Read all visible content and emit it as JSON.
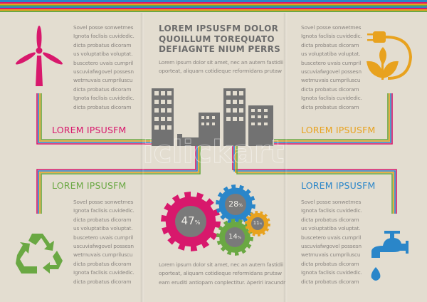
{
  "colors": {
    "magenta": "#d8186c",
    "orange": "#e8a21e",
    "green": "#6aa843",
    "blue": "#2a86c9",
    "gray": "#6f6f6f",
    "bg": "#e3ddd0"
  },
  "title": {
    "lines": [
      "LOREM IPSUSFM DOLOR",
      "QUOILLUM TOREQUATO",
      "DEFIAGNTE NIUM PERRS"
    ]
  },
  "center_top_text": [
    "Lorem ipsum dolor sit amet, nec an autem fastidii",
    "oporteat, aliquam cotidieque reformidans prutaw"
  ],
  "center_bottom_text": [
    "Lorem ipsum dolor sit amet, nec an autem fastidii",
    "oporteat, aliquam cotidieque reformidans prutaw",
    "eam eruditi antiopam conplectitur. Aperiri iracundr"
  ],
  "body_text": [
    "Sovel posse sonwetmes",
    "Ignota faclisis cuvidedic.",
    "dicta probatus dicoram",
    "us voluptatiba voluptat.",
    "buscetero uvais cumpril",
    "uscuviafwgovel possesn",
    "wetmuvais cumpriluscu",
    "dicta probatus dicoram",
    "Ignota faclisis cuvidedic.",
    "dicta probatus dicoram"
  ],
  "sections": [
    {
      "heading": "LOREM IPSUSFM",
      "icon": "wind-turbine-icon",
      "color": "#d8186c"
    },
    {
      "heading": "LOREM IPSUSFM",
      "icon": "plug-plant-icon",
      "color": "#e8a21e"
    },
    {
      "heading": "LOREM IPSUSFM",
      "icon": "recycle-icon",
      "color": "#6aa843"
    },
    {
      "heading": "LOREM IPSUSFM",
      "icon": "water-tap-icon",
      "color": "#2a86c9"
    }
  ],
  "gears": [
    {
      "value": "47",
      "unit": "%",
      "color": "#d8186c"
    },
    {
      "value": "28",
      "unit": "%",
      "color": "#2a86c9"
    },
    {
      "value": "14",
      "unit": "%",
      "color": "#6aa843"
    },
    {
      "value": "11",
      "unit": "%",
      "color": "#e8a21e"
    }
  ],
  "watermark": "iclickart"
}
